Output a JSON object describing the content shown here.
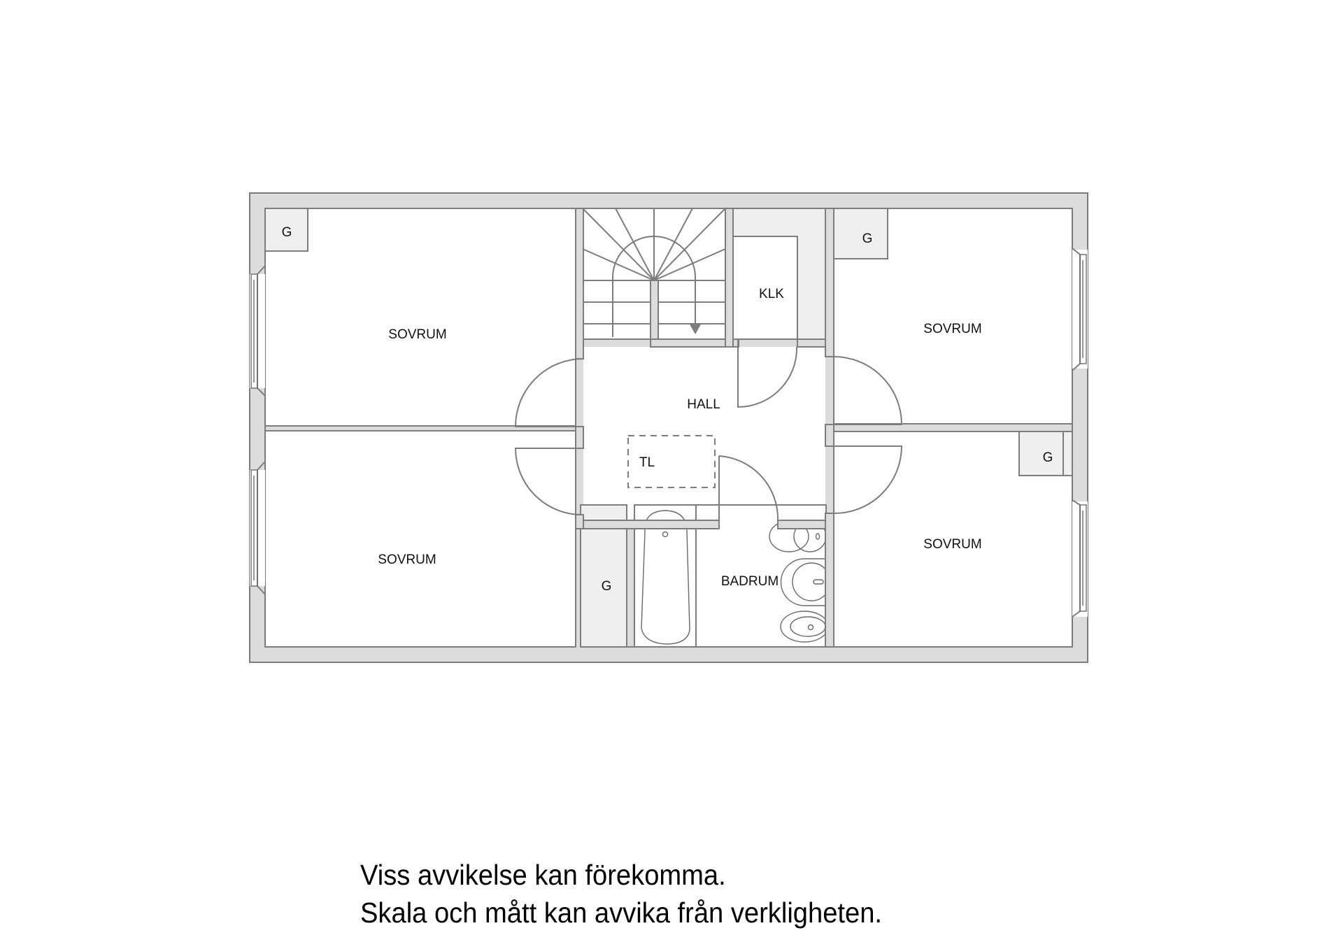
{
  "floorplan": {
    "rooms": {
      "bedroom_top_left": "SOVRUM",
      "bedroom_bottom_left": "SOVRUM",
      "bedroom_top_right": "SOVRUM",
      "bedroom_bottom_right": "SOVRUM",
      "hall": "HALL",
      "closet_klk": "KLK",
      "bathroom": "BADRUM",
      "attic_hatch": "TL"
    },
    "wardrobes": {
      "top_left": "G",
      "top_right": "G",
      "bottom_right": "G",
      "bottom_middle": "G"
    },
    "colors": {
      "wall_fill": "#dcdcdc",
      "wall_stroke": "#7d7d7d",
      "closet_fill": "#efefef",
      "room_fill": "#ffffff"
    }
  },
  "disclaimer": {
    "line1": "Viss avvikelse kan förekomma.",
    "line2": "Skala och mått kan avvika från verkligheten."
  }
}
